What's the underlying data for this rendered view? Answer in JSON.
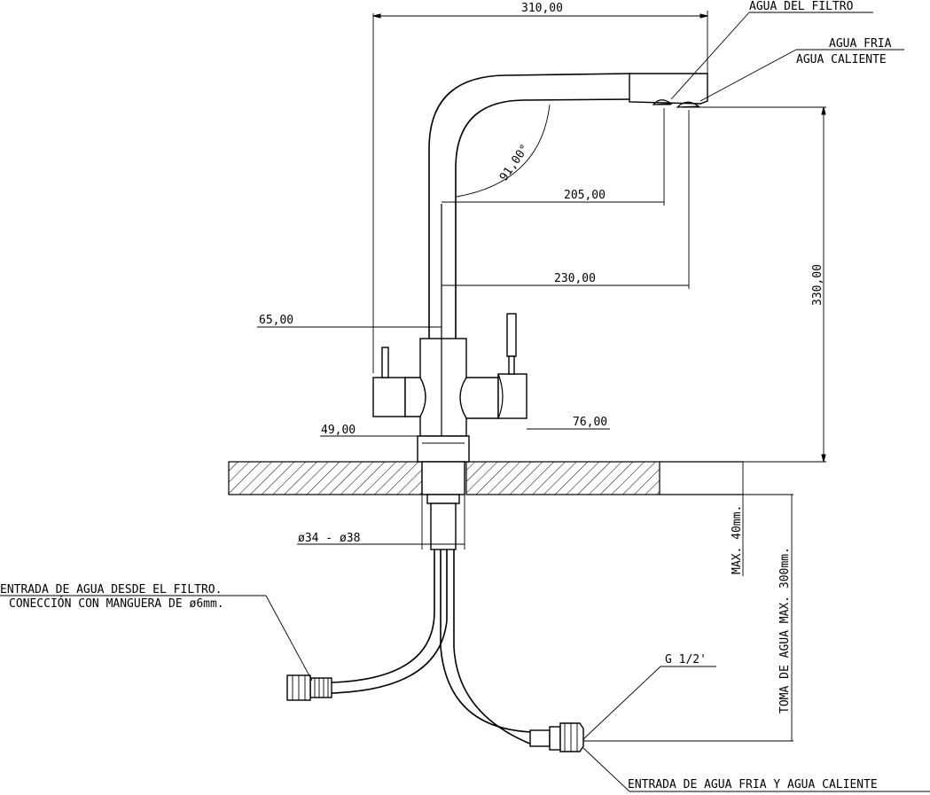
{
  "labels": {
    "agua_del_filtro": "AGUA DEL FILTRO",
    "agua_fria": "AGUA FRIA",
    "agua_caliente": "AGUA CALIENTE",
    "entrada_filtro_1": "ENTRADA DE AGUA DESDE EL FILTRO.",
    "entrada_filtro_2": "CONECCIÓN CON MANGUERA DE ø6mm.",
    "thread": "G 1/2'",
    "entrada_fria_caliente": "ENTRADA DE AGUA FRIA Y AGUA CALIENTE",
    "max_40": "MAX. 40mm.",
    "toma_agua": "TOMA DE AGUA MAX. 300mm."
  },
  "dimensions": {
    "overall_width": "310,00",
    "angle": "91,00°",
    "spout_reach_1": "205,00",
    "spout_reach_2": "230,00",
    "height": "330,00",
    "body_offset": "65,00",
    "base_diameter": "49,00",
    "handle_reach": "76,00",
    "hole_diameter": "ø34 - ø38"
  }
}
